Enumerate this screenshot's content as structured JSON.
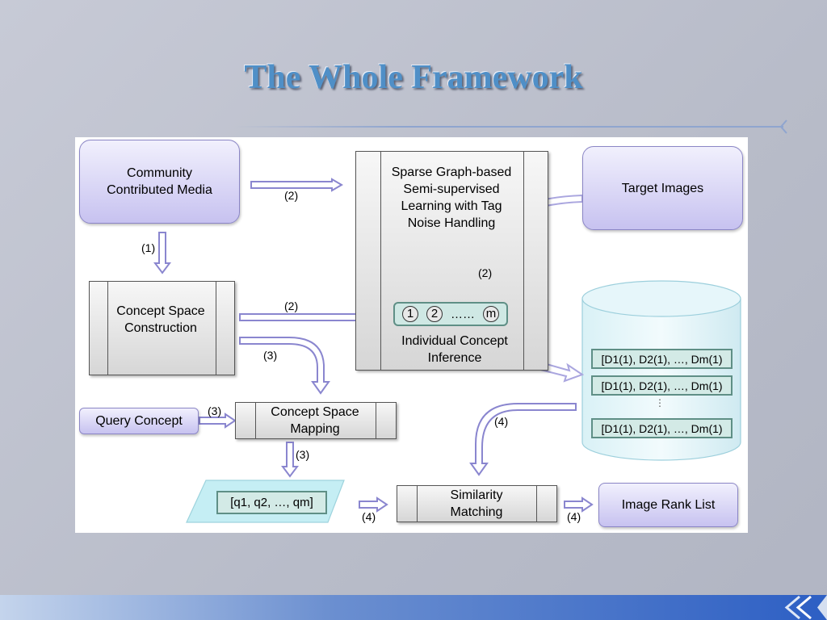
{
  "slide": {
    "title": "The Whole Framework"
  },
  "diagram": {
    "community_media": "Community Contributed Media",
    "sparse_graph": "Sparse Graph-based Semi-supervised Learning with Tag Noise Handling",
    "target_images": "Target Images",
    "concept_space_construction": "Concept Space Construction",
    "individual_inference": "Individual Concept Inference",
    "concept_nodes": [
      "1",
      "2",
      "……",
      "m"
    ],
    "query_concept": "Query Concept",
    "concept_space_mapping": "Concept Space Mapping",
    "query_vector": "[q1, q2, …, qm]",
    "db_rows": [
      "[D1(1), D2(1), …, Dm(1)",
      "[D1(1), D2(1), …, Dm(1)",
      "[D1(1), D2(1), …, Dm(1)"
    ],
    "db_ellipsis": "⋮",
    "similarity_matching": "Similarity Matching",
    "image_rank_list": "Image Rank List",
    "step_labels": {
      "s1": "(1)",
      "s2": "(2)",
      "s3": "(3)",
      "s4": "(4)"
    }
  }
}
